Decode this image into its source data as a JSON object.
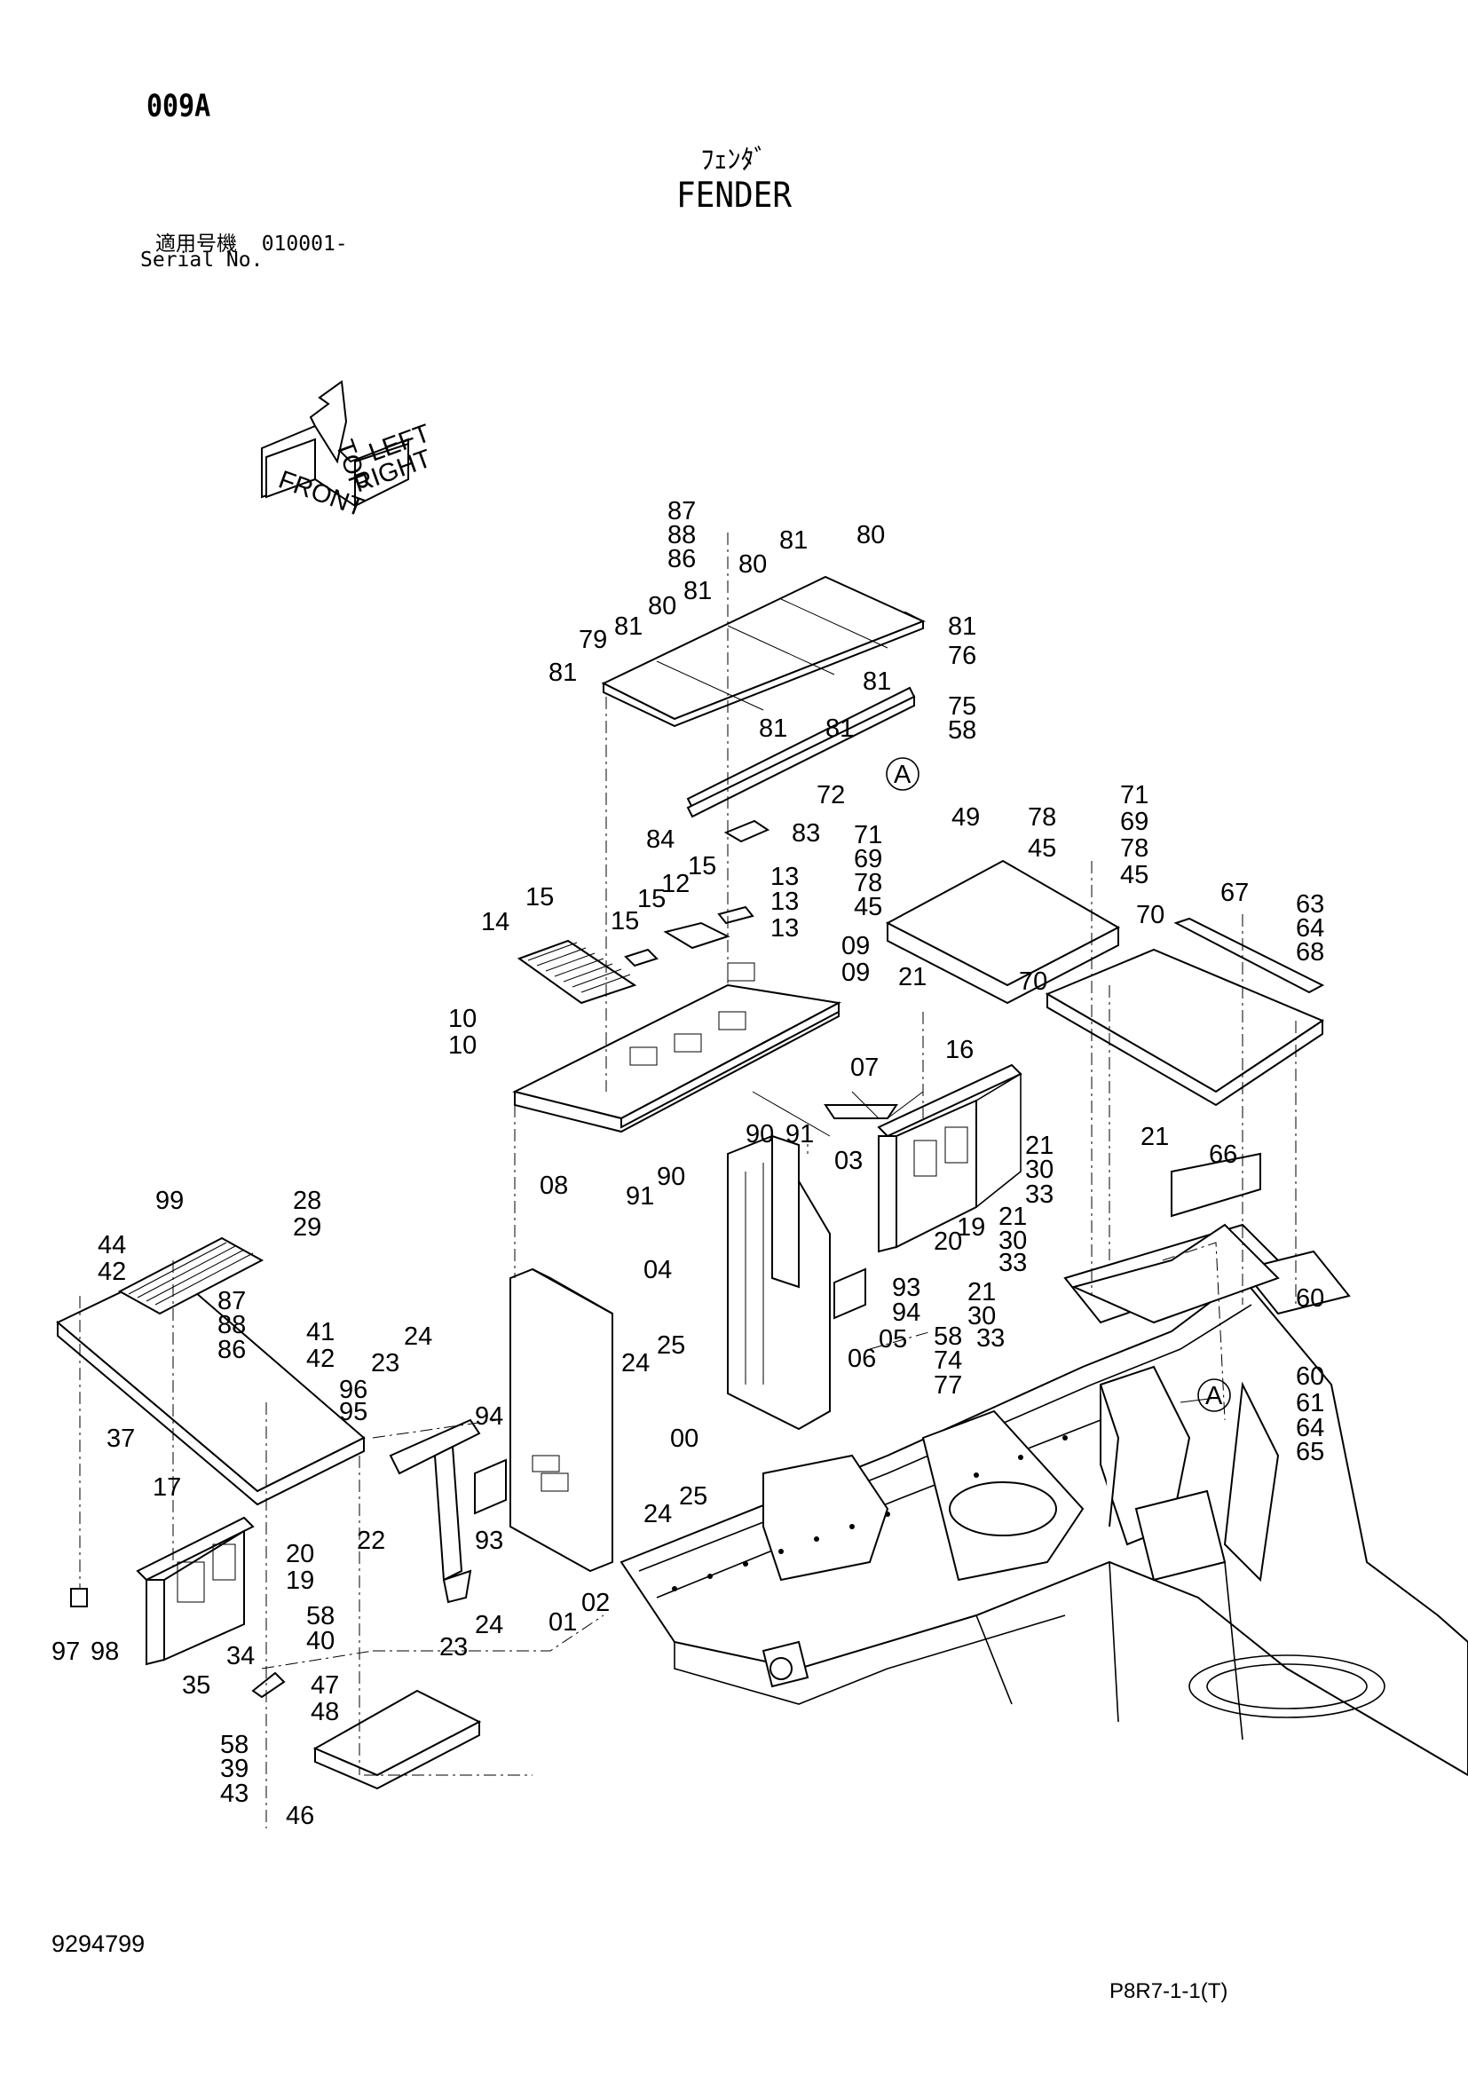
{
  "header": {
    "page_code": "009A",
    "title_jp": "ﾌｪﾝﾀﾞ",
    "title_en": "FENDER",
    "serial_label_jp": "適用号機",
    "serial_value": "010001-",
    "serial_label_en": "Serial No."
  },
  "orientation_icon": {
    "top": "TOP",
    "front": "FRONT",
    "right": "RIGHT",
    "left": "LEFT"
  },
  "callouts": [
    "87",
    "88",
    "86",
    "81",
    "80",
    "81",
    "80",
    "81",
    "81",
    "81",
    "80",
    "79",
    "81",
    "76",
    "81",
    "75",
    "58",
    "81",
    "72",
    "A",
    "84",
    "83",
    "71",
    "69",
    "78",
    "45",
    "49",
    "78",
    "45",
    "71",
    "69",
    "78",
    "45",
    "67",
    "63",
    "64",
    "68",
    "70",
    "70",
    "21",
    "15",
    "14",
    "15",
    "12",
    "15",
    "13",
    "13",
    "15",
    "13",
    "09",
    "10",
    "09",
    "10",
    "90",
    "91",
    "90",
    "91",
    "08",
    "07",
    "03",
    "16",
    "21",
    "30",
    "33",
    "21",
    "30",
    "33",
    "21",
    "30",
    "33",
    "66",
    "21",
    "60",
    "60",
    "61",
    "64",
    "65",
    "A",
    "04",
    "93",
    "94",
    "05",
    "06",
    "58",
    "74",
    "77",
    "20",
    "19",
    "99",
    "28",
    "29",
    "44",
    "42",
    "87",
    "88",
    "86",
    "41",
    "42",
    "96",
    "95",
    "37",
    "24",
    "23",
    "25",
    "24",
    "94",
    "00",
    "93",
    "24",
    "25",
    "22",
    "17",
    "20",
    "19",
    "23",
    "24",
    "01",
    "02",
    "58",
    "40",
    "97",
    "98",
    "34",
    "35",
    "47",
    "48",
    "58",
    "39",
    "43",
    "46"
  ],
  "footer": {
    "drawing_number": "9294799",
    "page_ref": "P8R7-1-1(T)"
  }
}
